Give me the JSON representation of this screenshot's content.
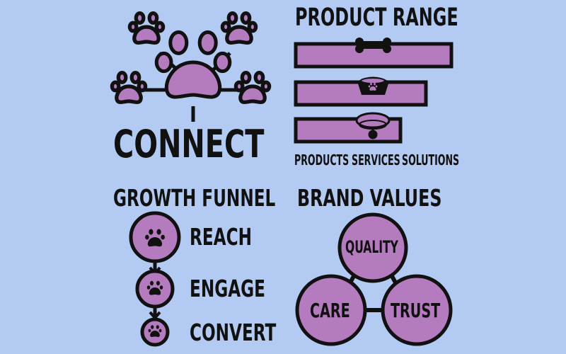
{
  "colors": {
    "background": "#B3CBF2",
    "accent": "#B57BBF",
    "outline": "#111111"
  },
  "connect": {
    "title": "CONNECT",
    "icon": "paw-network-icon"
  },
  "product_range": {
    "title": "PRODUCT RANGE",
    "bars": [
      {
        "icon": "bone-icon",
        "width_pct": 100
      },
      {
        "icon": "food-bowl-icon",
        "width_pct": 83
      },
      {
        "icon": "collar-icon",
        "width_pct": 67
      }
    ],
    "labels": [
      "PRODUCTS",
      "SERVICES",
      "SOLUTIONS"
    ]
  },
  "growth_funnel": {
    "title": "GROWTH FUNNEL",
    "stages": [
      {
        "label": "REACH",
        "icon": "paw-icon"
      },
      {
        "label": "ENGAGE",
        "icon": "paw-icon"
      },
      {
        "label": "CONVERT",
        "icon": "paw-icon"
      }
    ]
  },
  "brand_values": {
    "title": "BRAND VALUES",
    "values": [
      "QUALITY",
      "CARE",
      "TRUST"
    ]
  }
}
